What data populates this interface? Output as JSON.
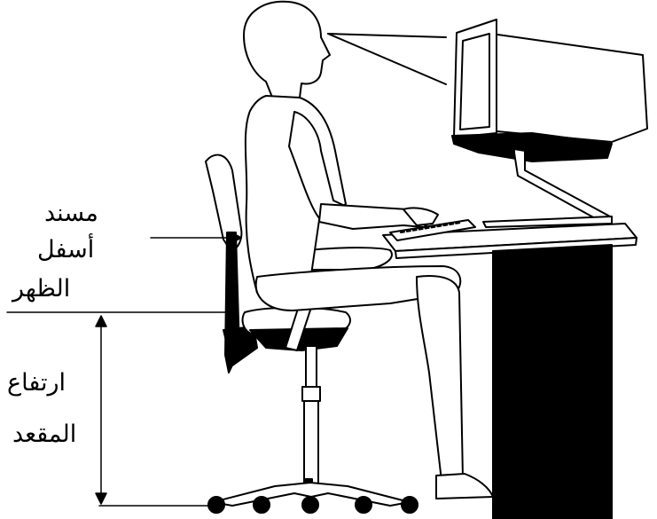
{
  "labels": {
    "lumbar_support": [
      "مسند",
      "أسفل",
      "الظهر"
    ],
    "seat_height": [
      "ارتفاع",
      "المقعد"
    ]
  },
  "colors": {
    "ink": "#000000",
    "paper": "#ffffff"
  }
}
